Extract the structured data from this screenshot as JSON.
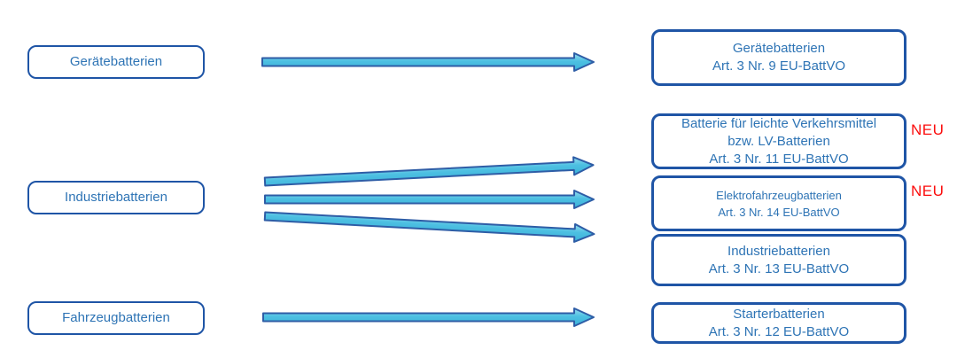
{
  "colors": {
    "box_border": "#1F55A6",
    "box_text": "#2E74B5",
    "arrow_fill": "#4DC0E2",
    "arrow_fill_light": "#98DCEF",
    "arrow_border": "#2E5DA6",
    "badge_red": "#FB0D0D",
    "background": "#FFFFFF"
  },
  "left_column": {
    "items": [
      {
        "label": "Gerätebatterien"
      },
      {
        "label": "Industriebatterien"
      },
      {
        "label": "Fahrzeugbatterien"
      }
    ]
  },
  "right_column": {
    "items": [
      {
        "lines": [
          "Gerätebatterien",
          "Art. 3 Nr. 9 EU-BattVO"
        ],
        "badge": ""
      },
      {
        "lines": [
          "Batterie für leichte Verkehrsmittel",
          "bzw. LV-Batterien",
          "Art. 3 Nr. 11 EU-BattVO"
        ],
        "badge": "NEU"
      },
      {
        "lines": [
          "Elektrofahrzeugbatterien",
          "Art. 3 Nr. 14 EU-BattVO"
        ],
        "badge": "NEU"
      },
      {
        "lines": [
          "Industriebatterien",
          "Art. 3 Nr. 13 EU-BattVO"
        ],
        "badge": ""
      },
      {
        "lines": [
          "Starterbatterien",
          "Art. 3 Nr. 12 EU-BattVO"
        ],
        "badge": ""
      }
    ]
  },
  "arrows": [
    {
      "from": "Gerätebatterien",
      "to": "Gerätebatterien Art. 3 Nr. 9 EU-BattVO"
    },
    {
      "from": "Industriebatterien",
      "to": "Batterie für leichte Verkehrsmittel bzw. LV-Batterien Art. 3 Nr. 11 EU-BattVO"
    },
    {
      "from": "Industriebatterien",
      "to": "Elektrofahrzeugbatterien Art. 3 Nr. 14 EU-BattVO"
    },
    {
      "from": "Industriebatterien",
      "to": "Industriebatterien Art. 3 Nr. 13 EU-BattVO"
    },
    {
      "from": "Fahrzeugbatterien",
      "to": "Starterbatterien Art. 3 Nr. 12 EU-BattVO"
    }
  ]
}
